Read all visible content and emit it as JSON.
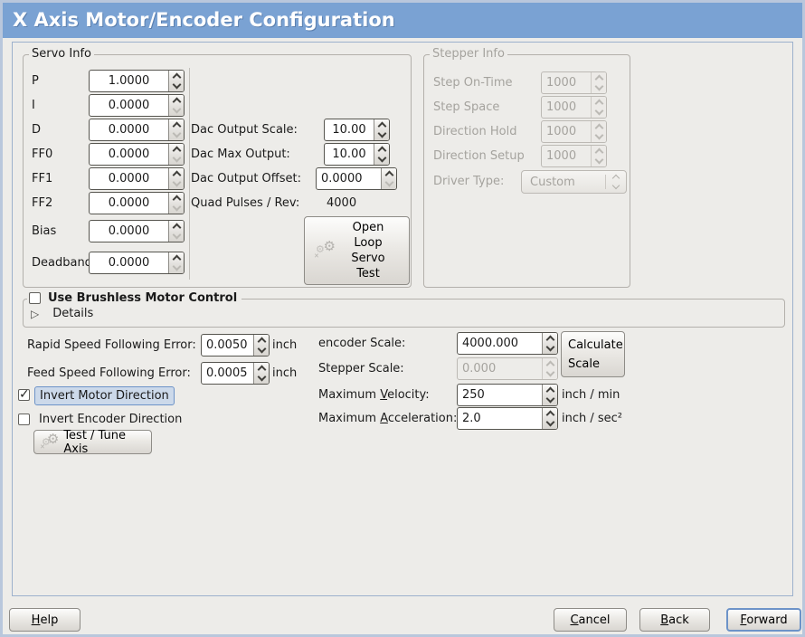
{
  "window": {
    "title": "X Axis Motor/Encoder Configuration"
  },
  "servo": {
    "frame_title": "Servo Info",
    "rows": [
      {
        "label": "P",
        "value": "1.0000"
      },
      {
        "label": "I",
        "value": "0.0000"
      },
      {
        "label": "D",
        "value": "0.0000"
      },
      {
        "label": "FF0",
        "value": "0.0000"
      },
      {
        "label": "FF1",
        "value": "0.0000"
      },
      {
        "label": "FF2",
        "value": "0.0000"
      },
      {
        "label": "Bias",
        "value": "0.0000"
      },
      {
        "label": "Deadband",
        "value": "0.0000"
      }
    ],
    "dac_scale": {
      "label": "Dac Output Scale:",
      "value": "10.00"
    },
    "dac_max": {
      "label": "Dac Max Output:",
      "value": "10.00"
    },
    "dac_offset": {
      "label": "Dac Output Offset:",
      "value": "0.0000"
    },
    "quad_pulses": {
      "label": "Quad Pulses / Rev:",
      "value": "4000"
    },
    "open_loop_test_button": "Open Loop Servo Test"
  },
  "stepper": {
    "frame_title": "Stepper Info",
    "rows": [
      {
        "label": "Step On-Time",
        "value": "1000"
      },
      {
        "label": "Step Space",
        "value": "1000"
      },
      {
        "label": "Direction Hold",
        "value": "1000"
      },
      {
        "label": "Direction Setup",
        "value": "1000"
      }
    ],
    "driver_type": {
      "label": "Driver Type:",
      "value": "Custom"
    }
  },
  "brushless": {
    "checkbox_label": "Use Brushless Motor Control",
    "checked": false,
    "expander_label": "Details"
  },
  "following_error": {
    "rapid": {
      "label": "Rapid Speed Following Error:",
      "value": "0.0050",
      "unit": "inch"
    },
    "feed": {
      "label": "Feed Speed Following Error:",
      "value": "0.0005",
      "unit": "inch"
    }
  },
  "scale": {
    "encoder": {
      "label": "encoder Scale:",
      "value": "4000.000"
    },
    "stepper": {
      "label": "Stepper Scale:",
      "value": "0.000"
    },
    "calculate_button": "Calculate Scale",
    "velocity": {
      "label_pre": "Maximum ",
      "label_key": "V",
      "label_post": "elocity:",
      "value": "250",
      "unit": "inch / min"
    },
    "acceleration": {
      "label_pre": "Maximum ",
      "label_key": "A",
      "label_post": "cceleration:",
      "value": "2.0",
      "unit": "inch / sec²"
    }
  },
  "direction": {
    "invert_motor": {
      "label": "Invert Motor Direction",
      "checked": true
    },
    "invert_encoder": {
      "label": "Invert Encoder Direction",
      "checked": false
    },
    "test_tune_button": "Test / Tune Axis"
  },
  "footer": {
    "help": {
      "key": "H",
      "rest": "elp"
    },
    "cancel": {
      "key": "C",
      "rest": "ancel"
    },
    "back": {
      "key": "B",
      "rest": "ack"
    },
    "forward": {
      "key": "F",
      "rest": "orward"
    }
  },
  "colors": {
    "titlebar": "#7aa2d3",
    "window_border": "#b9c7dc",
    "focus_border": "#6d93c8",
    "focus_highlight": "#ccd9ea"
  }
}
